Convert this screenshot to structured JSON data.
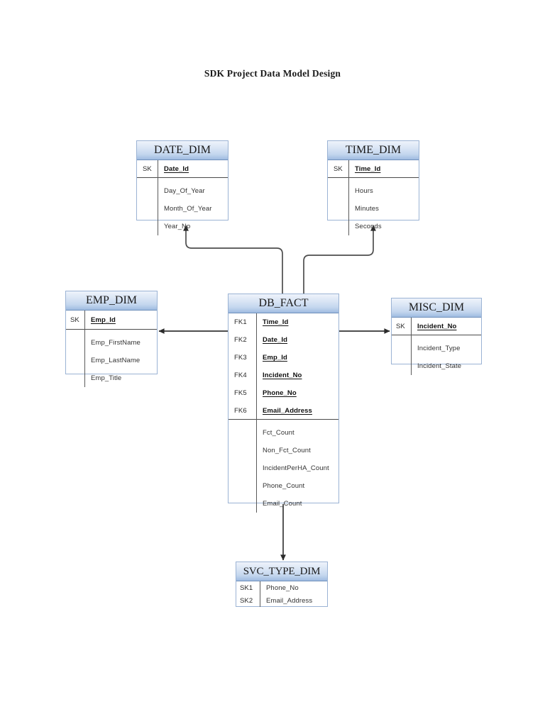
{
  "page": {
    "title": "SDK Project Data Model Design",
    "background_color": "#ffffff",
    "header_gradient_top": "#eef3fb",
    "header_gradient_bottom": "#9fbbe0",
    "border_color": "#9bb3d4",
    "connector_color": "#4d4d4d"
  },
  "entities": {
    "date_dim": {
      "name": "DATE_DIM",
      "keys": [
        {
          "tag": "SK",
          "field": "Date_Id",
          "is_key": true
        }
      ],
      "attributes": [
        {
          "tag": "",
          "field": "Day_Of_Year",
          "is_key": false
        },
        {
          "tag": "",
          "field": "Month_Of_Year",
          "is_key": false
        },
        {
          "tag": "",
          "field": "Year_No",
          "is_key": false
        }
      ]
    },
    "time_dim": {
      "name": "TIME_DIM",
      "keys": [
        {
          "tag": "SK",
          "field": "Time_Id",
          "is_key": true
        }
      ],
      "attributes": [
        {
          "tag": "",
          "field": "Hours",
          "is_key": false
        },
        {
          "tag": "",
          "field": "Minutes",
          "is_key": false
        },
        {
          "tag": "",
          "field": "Seconds",
          "is_key": false
        }
      ]
    },
    "emp_dim": {
      "name": "EMP_DIM",
      "keys": [
        {
          "tag": "SK",
          "field": "Emp_Id",
          "is_key": true
        }
      ],
      "attributes": [
        {
          "tag": "",
          "field": "Emp_FirstName",
          "is_key": false
        },
        {
          "tag": "",
          "field": "Emp_LastName",
          "is_key": false
        },
        {
          "tag": "",
          "field": "Emp_Title",
          "is_key": false
        }
      ]
    },
    "db_fact": {
      "name": "DB_FACT",
      "keys": [
        {
          "tag": "FK1",
          "field": "Time_Id",
          "is_key": true
        },
        {
          "tag": "FK2",
          "field": "Date_Id",
          "is_key": true
        },
        {
          "tag": "FK3",
          "field": "Emp_Id",
          "is_key": true
        },
        {
          "tag": "FK4",
          "field": "Incident_No",
          "is_key": true
        },
        {
          "tag": "FK5",
          "field": "Phone_No",
          "is_key": true
        },
        {
          "tag": "FK6",
          "field": "Email_Address",
          "is_key": true
        }
      ],
      "attributes": [
        {
          "tag": "",
          "field": "Fct_Count",
          "is_key": false
        },
        {
          "tag": "",
          "field": "Non_Fct_Count",
          "is_key": false
        },
        {
          "tag": "",
          "field": "IncidentPerHA_Count",
          "is_key": false
        },
        {
          "tag": "",
          "field": "Phone_Count",
          "is_key": false
        },
        {
          "tag": "",
          "field": "Email_Count",
          "is_key": false
        }
      ]
    },
    "misc_dim": {
      "name": "MISC_DIM",
      "keys": [
        {
          "tag": "SK",
          "field": "Incident_No",
          "is_key": true
        }
      ],
      "attributes": [
        {
          "tag": "",
          "field": "Incident_Type",
          "is_key": false
        },
        {
          "tag": "",
          "field": "Incident_State",
          "is_key": false
        }
      ]
    },
    "svc_type_dim": {
      "name": "SVC_TYPE_DIM",
      "keys": [
        {
          "tag": "SK1",
          "field": "Phone_No",
          "is_key": false
        },
        {
          "tag": "SK2",
          "field": "Email_Address",
          "is_key": false
        }
      ],
      "attributes": []
    }
  },
  "relationships": [
    {
      "id": "fact-to-date",
      "from": "DB_FACT",
      "to": "DATE_DIM",
      "arrow": "up"
    },
    {
      "id": "fact-to-time",
      "from": "DB_FACT",
      "to": "TIME_DIM",
      "arrow": "up"
    },
    {
      "id": "fact-to-emp",
      "from": "DB_FACT",
      "to": "EMP_DIM",
      "arrow": "left"
    },
    {
      "id": "fact-to-misc",
      "from": "DB_FACT",
      "to": "MISC_DIM",
      "arrow": "right"
    },
    {
      "id": "fact-to-svc",
      "from": "DB_FACT",
      "to": "SVC_TYPE_DIM",
      "arrow": "down"
    }
  ]
}
